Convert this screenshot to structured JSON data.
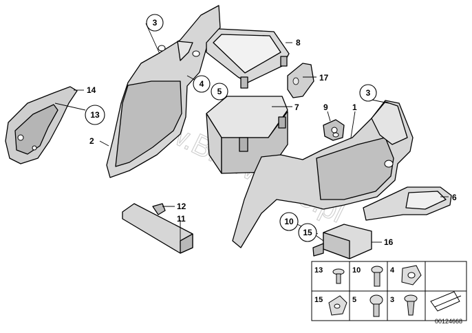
{
  "watermark": "www.BMWstore.pl",
  "reference_number": "00124668",
  "callouts": {
    "c1": "1",
    "c2": "2",
    "c3a": "3",
    "c3b": "3",
    "c4": "4",
    "c5": "5",
    "c6": "6",
    "c7": "7",
    "c8": "8",
    "c9": "9",
    "c10": "10",
    "c11": "11",
    "c12": "12",
    "c13": "13",
    "c14": "14",
    "c15": "15",
    "c16": "16",
    "c17": "17"
  },
  "legend": {
    "l13": "13",
    "l10": "10",
    "l4": "4",
    "l15": "15",
    "l5": "5",
    "l3": "3"
  },
  "colors": {
    "part_fill": "#d6d6d6",
    "part_dark": "#a9a9a9",
    "line": "#000000"
  }
}
